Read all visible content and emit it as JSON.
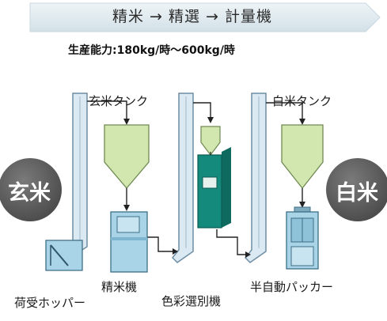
{
  "header": {
    "process_steps": "精米 → 精選 → 計量機",
    "capacity": "生産能力:180kg/時〜600kg/時"
  },
  "badges": {
    "left": "玄米",
    "right": "白米"
  },
  "tanks": {
    "brown_rice_tank": "玄米タンク",
    "white_rice_tank": "白米タンク"
  },
  "equipment": {
    "receiving_hopper": "荷受ホッパー",
    "rice_polisher": "精米機",
    "color_sorter": "色彩選別機",
    "semi_auto_packer": "半自動パッカー"
  },
  "colors": {
    "arrow_band": "#dde8ed",
    "conveyor_fill": "#dbe9f3",
    "conveyor_stroke": "#6f8ea3",
    "tank_fill": "#d2e6b0",
    "machine_fill": "#a9d3e6",
    "sorter_fill": "#148a7c",
    "badge_fill": "#5e5e5e"
  }
}
